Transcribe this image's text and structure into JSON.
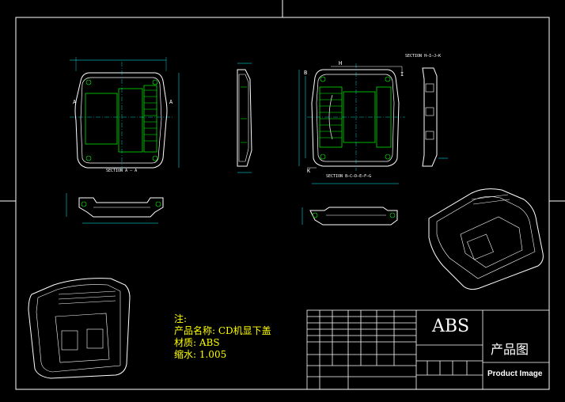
{
  "notes": {
    "heading": "注:",
    "product_name": "产品名称: CD机显下盖",
    "material": "材质: ABS",
    "shrinkage": "缩水: 1.005"
  },
  "title_block": {
    "material": "ABS",
    "drawing_type": "产品图",
    "product_image_label": "Product Image"
  },
  "sections": {
    "section_aa": "SECTION A — A",
    "section_hk": "SECTION H—I—J—K",
    "section_bg": "SECTION B—C—D—E—F—G"
  },
  "view_labels": {
    "a_left": "A",
    "a_right": "A",
    "b": "B",
    "h": "H",
    "i": "I",
    "k": "K"
  },
  "colors": {
    "background": "#000000",
    "outline": "#ffffff",
    "dimension": "#00ffff",
    "detail": "#00ff00",
    "note_text": "#ffff00",
    "frame": "#ffffff"
  }
}
